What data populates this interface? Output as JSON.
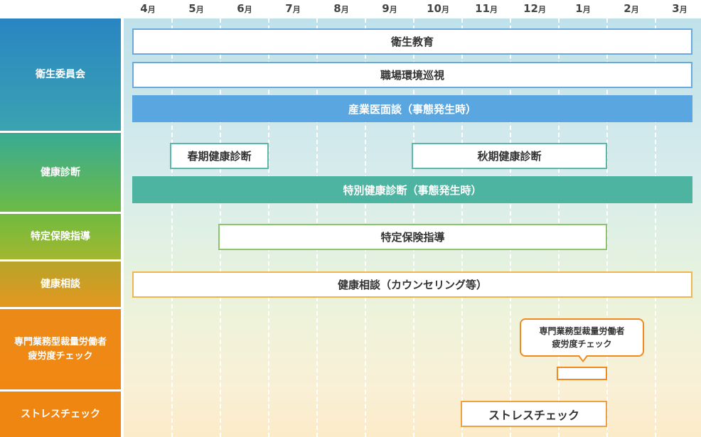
{
  "months": [
    {
      "num": "4",
      "suffix": "月"
    },
    {
      "num": "5",
      "suffix": "月"
    },
    {
      "num": "6",
      "suffix": "月"
    },
    {
      "num": "7",
      "suffix": "月"
    },
    {
      "num": "8",
      "suffix": "月"
    },
    {
      "num": "9",
      "suffix": "月"
    },
    {
      "num": "10",
      "suffix": "月"
    },
    {
      "num": "11",
      "suffix": "月"
    },
    {
      "num": "12",
      "suffix": "月"
    },
    {
      "num": "1",
      "suffix": "月"
    },
    {
      "num": "2",
      "suffix": "月"
    },
    {
      "num": "3",
      "suffix": "月"
    }
  ],
  "categories": {
    "eisei_iinkai": {
      "lines": [
        "衛生委員会"
      ],
      "color": "#2d8bbd"
    },
    "kenko_shindan": {
      "lines": [
        "健康診断"
      ],
      "color": "#47a878"
    },
    "tokutei_hoken": {
      "lines": [
        "特定保険指導"
      ],
      "color": "#8cb83c"
    },
    "kenko_sodan": {
      "lines": [
        "健康相談"
      ],
      "color": "#d0a326"
    },
    "senmon_gyomu": {
      "lines": [
        "専門業務型裁量労働者",
        "疲労度チェック"
      ],
      "color": "#ef8a17"
    },
    "stress_check": {
      "lines": [
        "ストレスチェック"
      ],
      "color": "#f08a12"
    }
  },
  "bars": {
    "eisei_kyoiku": {
      "label": "衛生教育",
      "start_month": "4",
      "end_month": "3"
    },
    "shokuba_junshi": {
      "label": "職場環境巡視",
      "start_month": "4",
      "end_month": "3"
    },
    "sangyoui_mendan": {
      "label": "産業医面談（事態発生時）",
      "start_month": "4",
      "end_month": "3",
      "color": "#5aa6e0"
    },
    "shunki_kenshin": {
      "label": "春期健康診断",
      "start_month": "5",
      "end_month": "6"
    },
    "shuki_kenshin": {
      "label": "秋期健康診断",
      "start_month": "10",
      "end_month": "1"
    },
    "tokubetsu_kenshin": {
      "label": "特別健康診断（事態発生時）",
      "start_month": "4",
      "end_month": "3",
      "color": "#4db4a2"
    },
    "tokutei_hoken_shido": {
      "label": "特定保険指導",
      "start_month": "6",
      "end_month": "1"
    },
    "kenko_sodan_bar": {
      "label": "健康相談（カウンセリング等）",
      "start_month": "4",
      "end_month": "3"
    },
    "stress_check_bar": {
      "label": "ストレスチェック",
      "start_month": "11",
      "end_month": "1"
    }
  },
  "callout": {
    "lines": [
      "専門業務型裁量労働者",
      "疲労度チェック"
    ],
    "month": "1"
  }
}
